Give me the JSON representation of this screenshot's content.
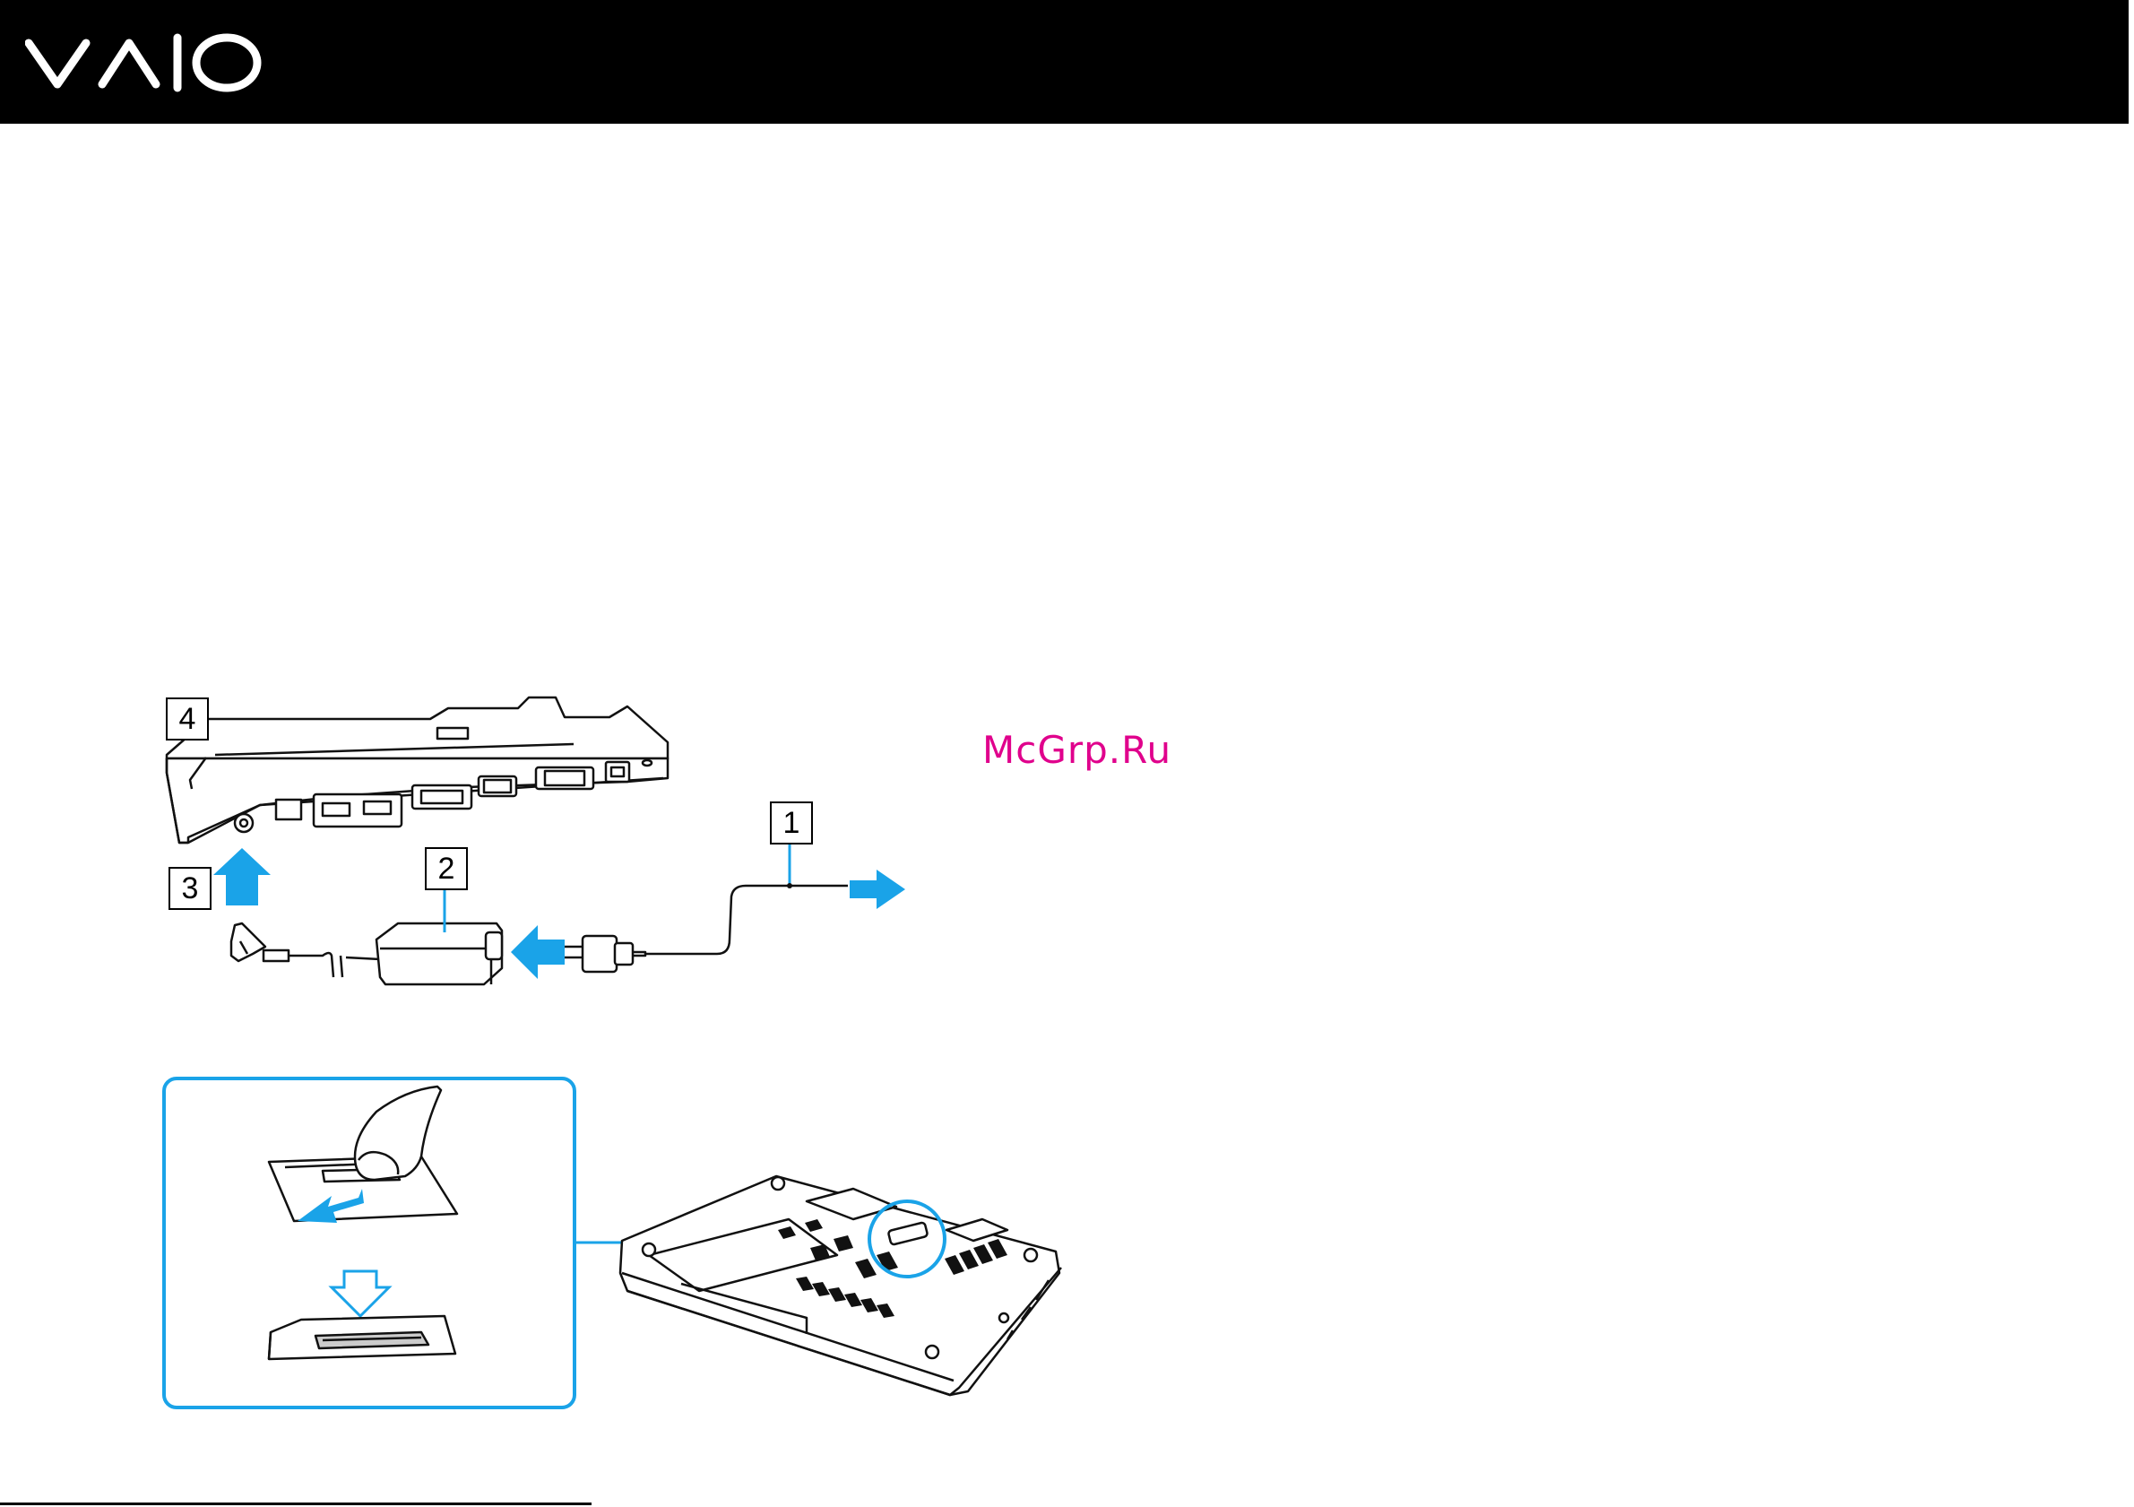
{
  "header": {
    "logo_text": "VAIO"
  },
  "watermark": "McGrp.Ru",
  "callouts": {
    "c1": "1",
    "c2": "2",
    "c3": "3",
    "c4": "4"
  },
  "colors": {
    "arrow": "#1aa3e8",
    "header_bg": "#000000"
  }
}
